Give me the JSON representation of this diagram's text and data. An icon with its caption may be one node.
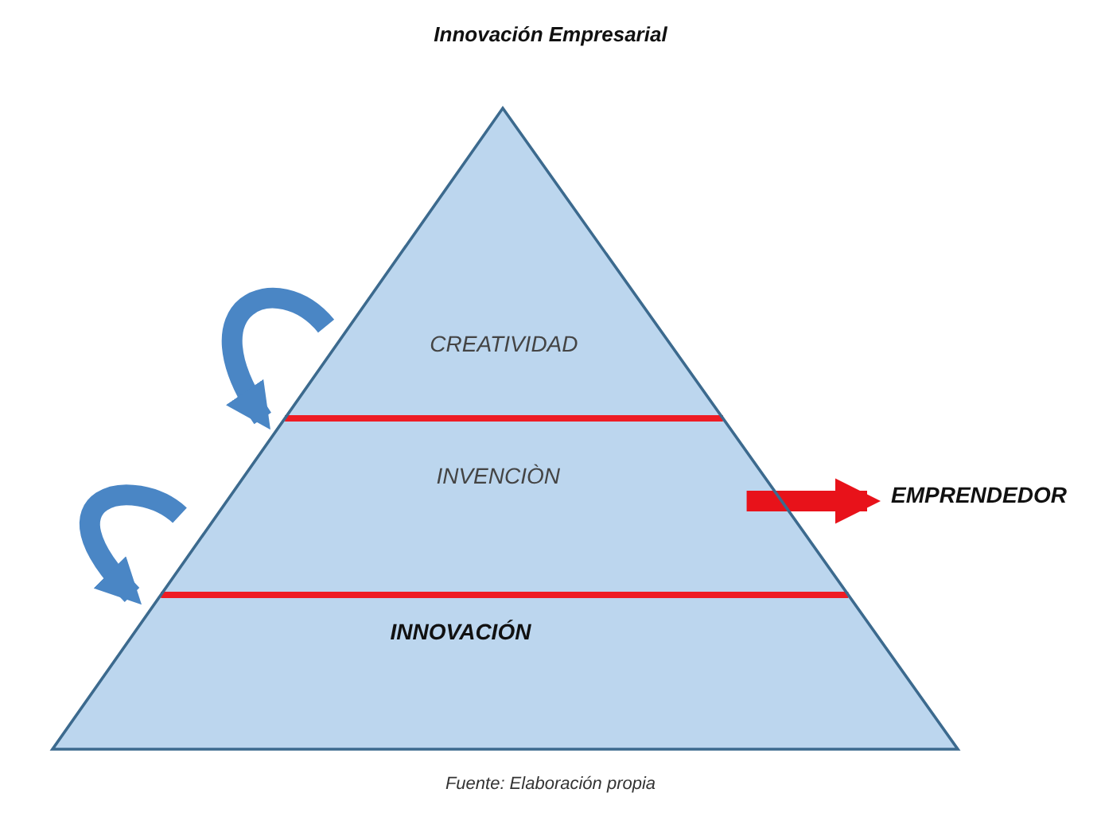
{
  "diagram": {
    "title": "Innovación Empresarial",
    "nodes": [
      {
        "text": [],
        "shape": "triangle"
      },
      {
        "text": [
          "CREATIVIDAD"
        ],
        "in": 0
      },
      {
        "text": [
          "INVENCIÒN"
        ],
        "in": 0
      },
      {
        "text": [
          "INNOVACIÓN"
        ],
        "in": 0
      },
      {
        "text": [
          "EMPRENDEDOR"
        ]
      }
    ],
    "edges": [
      {
        "from": null,
        "to": 2,
        "arrow": "to"
      },
      {
        "from": null,
        "to": 3,
        "arrow": "to"
      },
      {
        "from": 2,
        "to": 4,
        "arrow": "to",
        "color": "#e8121a"
      }
    ],
    "caption": "Fuente: Elaboración propia"
  }
}
